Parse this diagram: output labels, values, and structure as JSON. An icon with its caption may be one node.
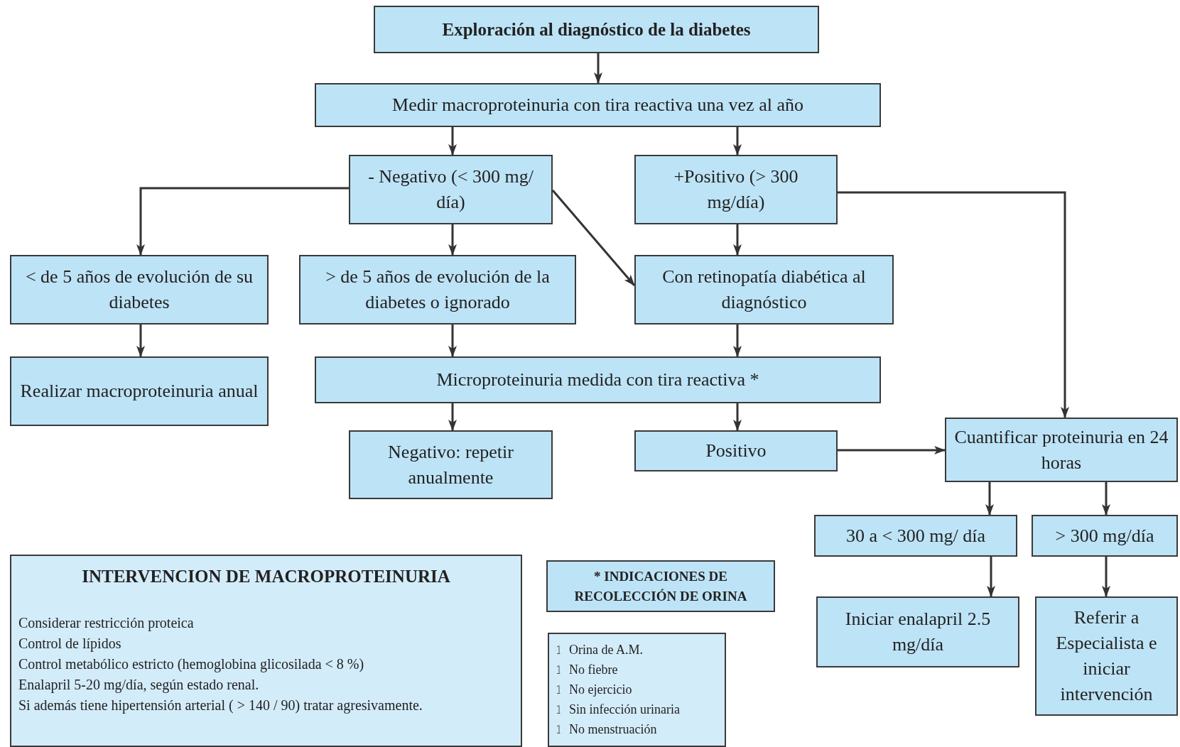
{
  "diagram": {
    "nodes": [
      {
        "text": [
          "Exploración al diagnóstico de la diabetes"
        ]
      },
      {
        "text": [
          "Medir macroproteinuria con tira reactiva una vez al año"
        ]
      },
      {
        "text": [
          "- Negativo (< 300 mg/ día)"
        ]
      },
      {
        "text": [
          "+Positivo (> 300 mg/día)"
        ]
      },
      {
        "text": [
          "< de 5 años de evolución de su diabetes"
        ]
      },
      {
        "text": [
          "> de 5 años de evolución de la diabetes o ignorado"
        ]
      },
      {
        "text": [
          "Con retinopatía diabética al diagnóstico"
        ]
      },
      {
        "text": [
          "Realizar macroproteinuria anual"
        ]
      },
      {
        "text": [
          "Microproteinuria medida con tira reactiva *"
        ]
      },
      {
        "text": [
          "Negativo: repetir anualmente"
        ]
      },
      {
        "text": [
          "Positivo"
        ]
      },
      {
        "text": [
          "Cuantificar proteinuria en 24 horas"
        ]
      },
      {
        "text": [
          "30 a < 300 mg/ día"
        ]
      },
      {
        "text": [
          "> 300 mg/día"
        ]
      },
      {
        "text": [
          "Iniciar enalapril 2.5 mg/día"
        ]
      },
      {
        "text": [
          "Referir a Especialista e iniciar intervención"
        ]
      },
      {
        "text": [
          "INTERVENCION DE MACROPROTEINURIA",
          "Considerar restricción proteica",
          "Control de lípidos",
          "Control metabólico estricto (hemoglobina glicosilada < 8 %)",
          "Enalapril 5-20 mg/día, según estado renal.",
          "Si además tiene hipertensión arterial ( > 140 / 90) tratar agresivamente."
        ]
      },
      {
        "text": [
          "* INDICACIONES DE RECOLECCIÓN DE ORINA"
        ]
      },
      {
        "text": [
          "Orina de A.M.",
          "No fiebre",
          "No ejercicio",
          "Sin infección urinaria",
          "No menstruación"
        ]
      }
    ],
    "edges": [
      {
        "from": 0,
        "to": 1,
        "arrow": "to"
      },
      {
        "from": 1,
        "to": 2,
        "arrow": "to"
      },
      {
        "from": 1,
        "to": 3,
        "arrow": "to"
      },
      {
        "from": 2,
        "to": 4,
        "arrow": "to"
      },
      {
        "from": 2,
        "to": 5,
        "arrow": "to"
      },
      {
        "from": 2,
        "to": 6,
        "arrow": "to"
      },
      {
        "from": 3,
        "to": 6,
        "arrow": "to"
      },
      {
        "from": 3,
        "to": 11,
        "arrow": "to"
      },
      {
        "from": 4,
        "to": 7,
        "arrow": "to"
      },
      {
        "from": 5,
        "to": 8,
        "arrow": "to"
      },
      {
        "from": 6,
        "to": 8,
        "arrow": "to"
      },
      {
        "from": 8,
        "to": 9,
        "arrow": "to"
      },
      {
        "from": 8,
        "to": 10,
        "arrow": "to"
      },
      {
        "from": 10,
        "to": 11,
        "arrow": "to"
      },
      {
        "from": 11,
        "to": 12,
        "arrow": "to"
      },
      {
        "from": 11,
        "to": 13,
        "arrow": "to"
      },
      {
        "from": 12,
        "to": 14,
        "arrow": "to"
      },
      {
        "from": 13,
        "to": 15,
        "arrow": "to"
      }
    ]
  }
}
